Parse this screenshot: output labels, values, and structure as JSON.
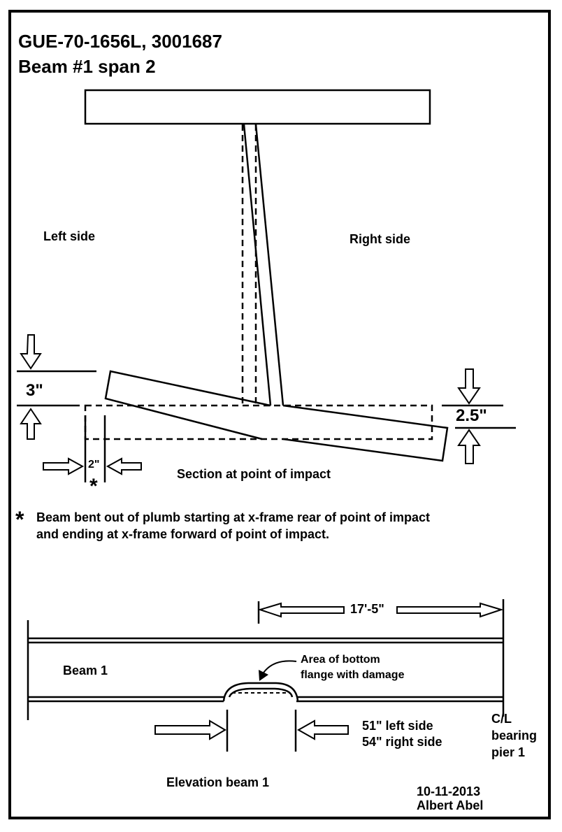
{
  "header": {
    "title_line1": "GUE-70-1656L, 3001687",
    "title_line2": "Beam #1 span 2"
  },
  "section_view": {
    "left_side_label": "Left side",
    "right_side_label": "Right side",
    "dim_left": "3\"",
    "dim_right": "2.5\"",
    "dim_bottom": "2\"",
    "asterisk": "*",
    "caption": "Section at point of impact"
  },
  "note": {
    "asterisk": "*",
    "line1": "Beam bent out of plumb starting at x-frame rear of point of impact",
    "line2": "and ending at x-frame forward of point of impact."
  },
  "elevation_view": {
    "span_dim": "17'-5\"",
    "beam_label": "Beam 1",
    "damage_label_line1": "Area of bottom",
    "damage_label_line2": "flange with damage",
    "damage_len_line1": "51\" left  side",
    "damage_len_line2": "54\" right side",
    "cl_line1": "C/L",
    "cl_line2": "bearing",
    "cl_line3": "pier 1",
    "caption": "Elevation beam 1"
  },
  "footer": {
    "date": "10-11-2013",
    "author": "Albert Abel"
  }
}
